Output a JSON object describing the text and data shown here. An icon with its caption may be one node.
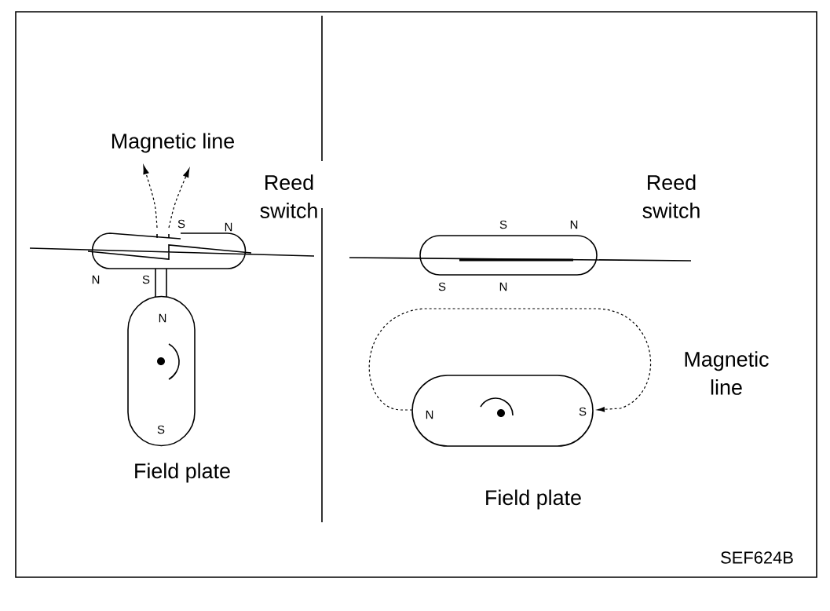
{
  "diagram": {
    "labels": [
      "Magnetic line",
      "Reed switch",
      "S",
      "N",
      "Reed switch",
      "S",
      "N",
      "N",
      "S",
      "S",
      "N",
      "N",
      "Magnetic line",
      "N",
      "S",
      "S",
      "Field plate",
      "Field plate",
      "SEF624B"
    ]
  }
}
